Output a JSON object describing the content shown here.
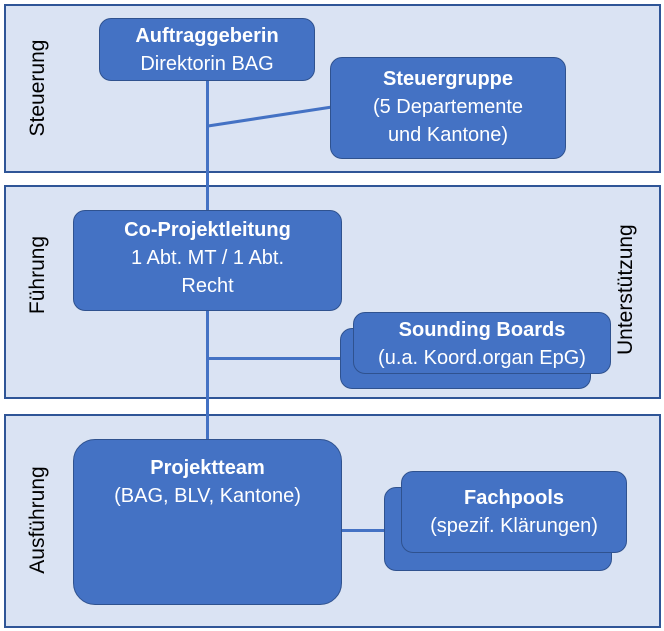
{
  "bands": {
    "steuerung": "Steuerung",
    "fuehrung": "Führung",
    "ausfuehrung": "Ausführung",
    "unterstuetzung": "Unterstützung"
  },
  "boxes": {
    "auftraggeberin": {
      "title": "Auftraggeberin",
      "subtitle": "Direktorin BAG"
    },
    "steuergruppe": {
      "title": "Steuergruppe",
      "line1": "(5 Departemente",
      "line2": "und Kantone)"
    },
    "coprojektleitung": {
      "title": "Co-Projektleitung",
      "line1": "1 Abt. MT / 1 Abt.",
      "line2": "Recht"
    },
    "soundingboards": {
      "title": "Sounding Boards",
      "subtitle": "(u.a. Koord.organ EpG)"
    },
    "projektteam": {
      "title": "Projektteam",
      "subtitle": "(BAG, BLV, Kantone)"
    },
    "fachpools": {
      "title": "Fachpools",
      "subtitle": "(spezif. Klärungen)"
    }
  }
}
